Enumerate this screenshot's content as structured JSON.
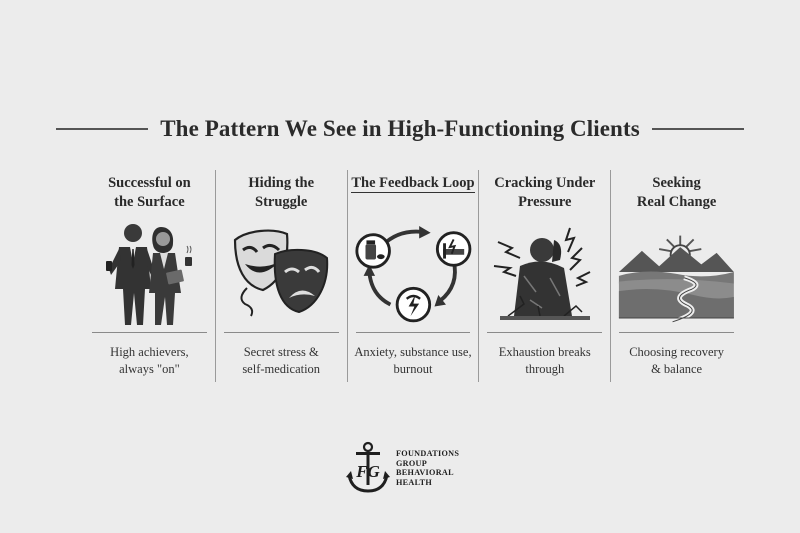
{
  "title": "The Pattern We See in High-Functioning Clients",
  "stages": [
    {
      "title_line1": "Successful on",
      "title_line2": "the Surface",
      "desc_line1": "High achievers,",
      "desc_line2": "always \"on\"",
      "icon": "business-people-icon"
    },
    {
      "title_line1": "Hiding the",
      "title_line2": "Struggle",
      "desc_line1": "Secret stress &",
      "desc_line2": "self-medication",
      "icon": "theater-masks-icon"
    },
    {
      "title_line1": "The Feedback Loop",
      "title_line2": "",
      "desc_line1": "Anxiety, substance use,",
      "desc_line2": "burnout",
      "icon": "cycle-loop-icon"
    },
    {
      "title_line1": "Cracking Under",
      "title_line2": "Pressure",
      "desc_line1": "Exhaustion breaks",
      "desc_line2": "through",
      "icon": "stressed-person-icon"
    },
    {
      "title_line1": "Seeking",
      "title_line2": "Real Change",
      "desc_line1": "Choosing recovery",
      "desc_line2": "& balance",
      "icon": "sunrise-road-icon"
    }
  ],
  "logo": {
    "monogram": "FG",
    "line1": "FOUNDATIONS",
    "line2": "GROUP",
    "line3": "BEHAVIORAL",
    "line4": "HEALTH",
    "icon": "anchor-icon"
  },
  "colors": {
    "background": "#ececec",
    "text": "#2a2a2a",
    "rule": "#8a8a8a"
  }
}
